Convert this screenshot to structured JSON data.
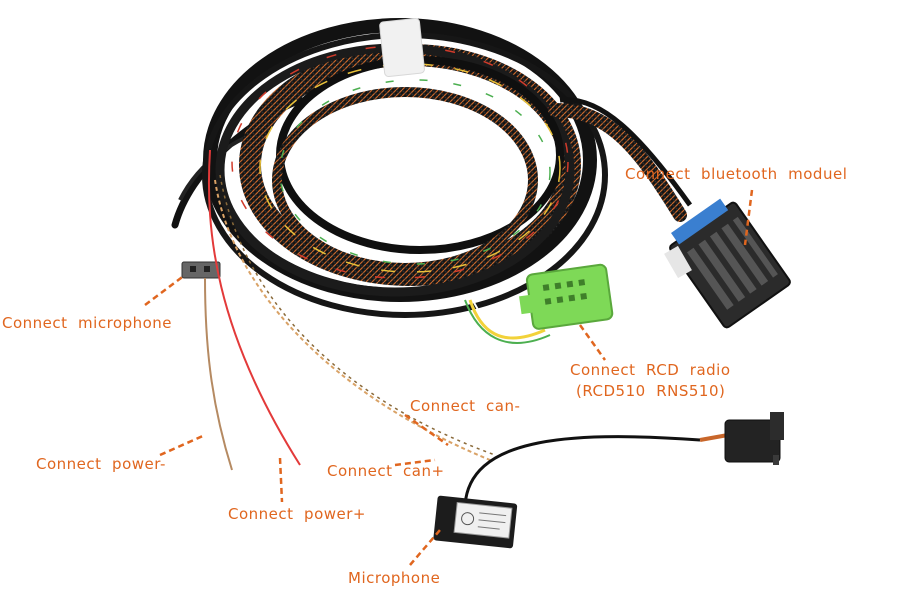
{
  "labels": {
    "bluetooth": "Connect  bluetooth  moduel",
    "microphone_conn": "Connect  microphone",
    "rcd_line1": "Connect  RCD  radio",
    "rcd_line2": "(RCD510  RNS510)",
    "can_minus": "Connect  can-",
    "can_plus": "Connect  can+",
    "power_minus": "Connect  power-",
    "power_plus": "Connect  power+",
    "microphone": "Microphone"
  },
  "colors": {
    "label": "#e0661f",
    "cable": "#1a1a1a",
    "connector_green": "#7ed957",
    "connector_blue": "#3a7fd0"
  }
}
